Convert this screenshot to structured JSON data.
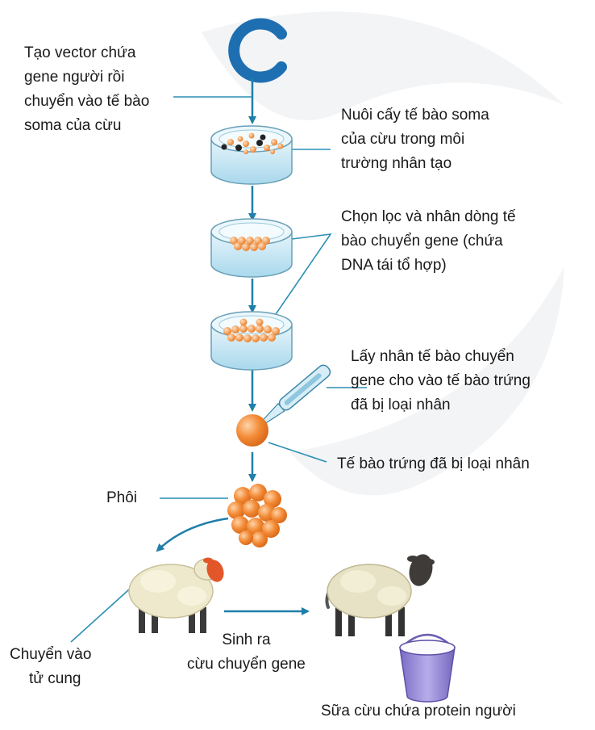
{
  "labels": {
    "vector": [
      "Tạo vector chứa",
      "gene người rồi",
      "chuyển vào tế bào",
      "soma của cừu"
    ],
    "culture": [
      "Nuôi cấy tế bào soma",
      "của cừu trong môi",
      "trường nhân tạo"
    ],
    "select": [
      "Chọn lọc và nhân dòng tế",
      "bào chuyển gene (chứa",
      "DNA tái tổ hợp)"
    ],
    "nucleus": [
      "Lấy nhân tế bào chuyển",
      "gene cho vào tế bào trứng",
      "đã bị loại nhân"
    ],
    "egg": "Tế bào trứng đã bị loại nhân",
    "embryo": "Phôi",
    "uterus": [
      "Chuyển vào",
      "tử cung"
    ],
    "birth": [
      "Sinh ra",
      "cừu chuyển gene"
    ],
    "milk": "Sữa cừu chứa protein người"
  },
  "colors": {
    "arrow": "#1f7fa8",
    "leader": "#2a8fb5",
    "cell": "#f08a3a",
    "dish": "#bfe3f2",
    "bucket": "#9d8fd6"
  },
  "icons": [
    "plasmid-icon",
    "petri-dish-icon",
    "pipette-icon",
    "egg-cell-icon",
    "embryo-icon",
    "sheep-icon",
    "bucket-icon"
  ]
}
